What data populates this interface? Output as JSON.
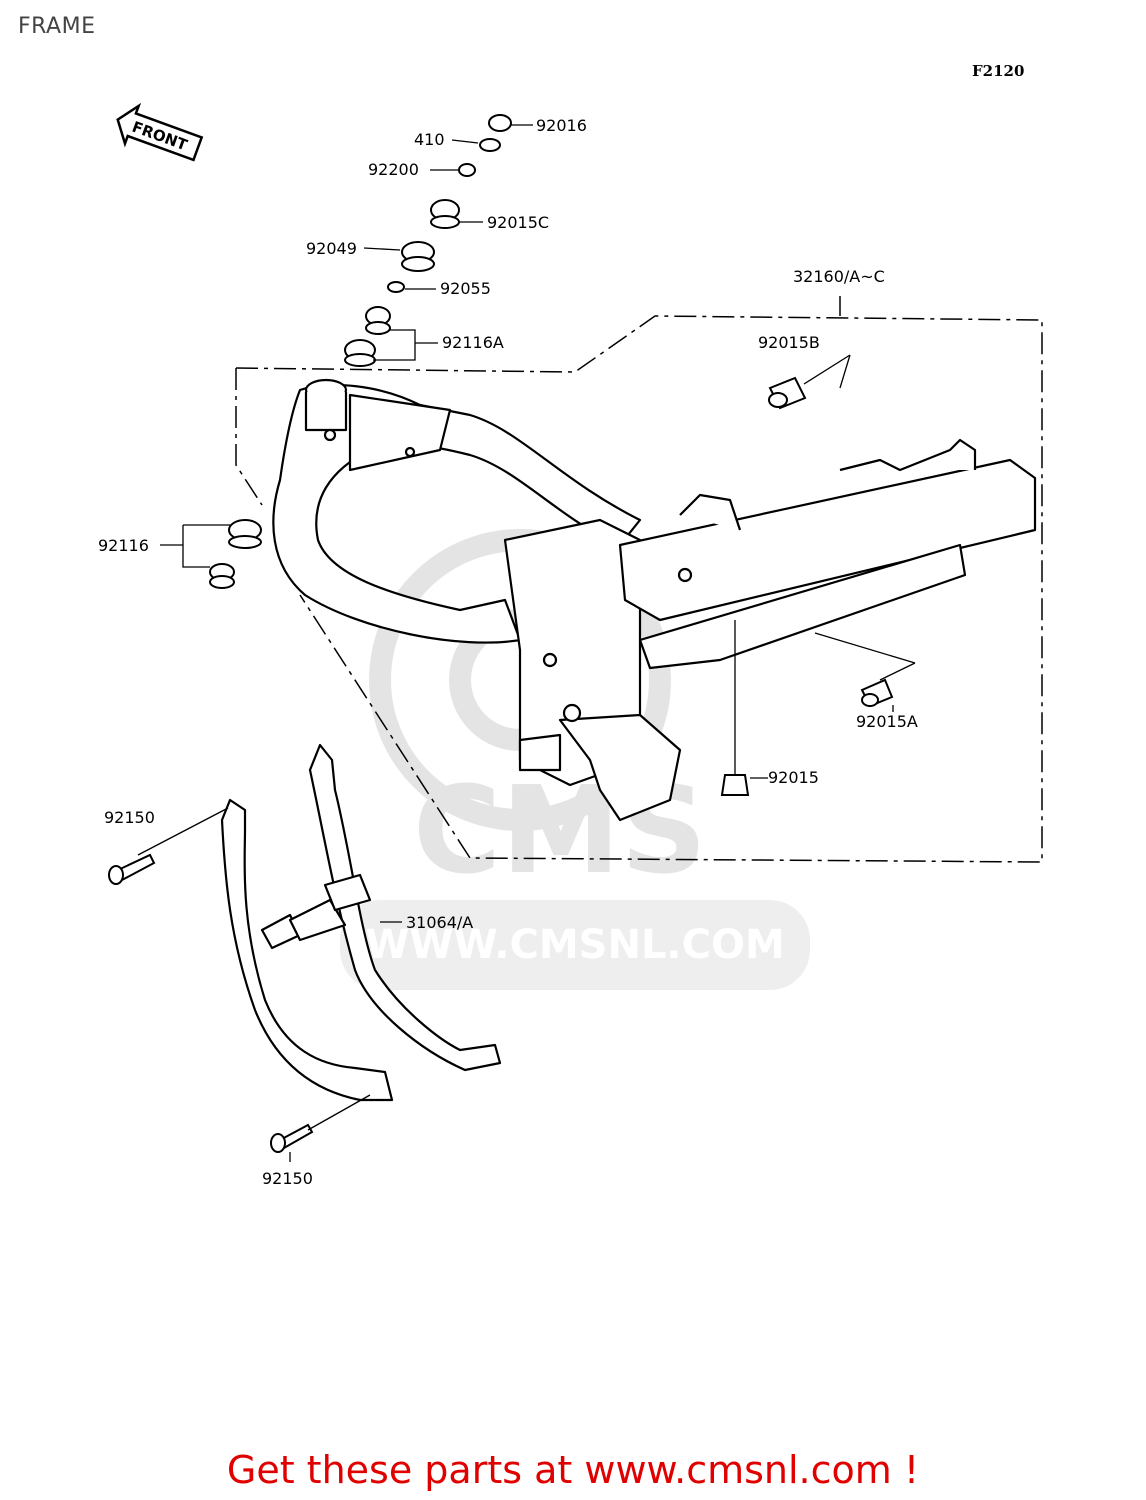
{
  "page": {
    "title": "FRAME",
    "diagram_code": "F2120",
    "front_label": "FRONT",
    "watermark": {
      "logo": "CMS",
      "url": "WWW.CMSNL.COM"
    },
    "cta": "Get these parts at www.cmsnl.com !"
  },
  "callouts": {
    "c92016": "92016",
    "c410": "410",
    "c92200": "92200",
    "c92015C": "92015C",
    "c92049": "92049",
    "c92055": "92055",
    "c92116A": "92116A",
    "c32160": "32160/A~C",
    "c92015B": "92015B",
    "c92116": "92116",
    "c92015A": "92015A",
    "c92015": "92015",
    "c92150a": "92150",
    "c31064": "31064/A",
    "c92150b": "92150"
  },
  "colors": {
    "ink": "#000000",
    "watermark": "#e4e4e4",
    "cta": "#e00000"
  }
}
